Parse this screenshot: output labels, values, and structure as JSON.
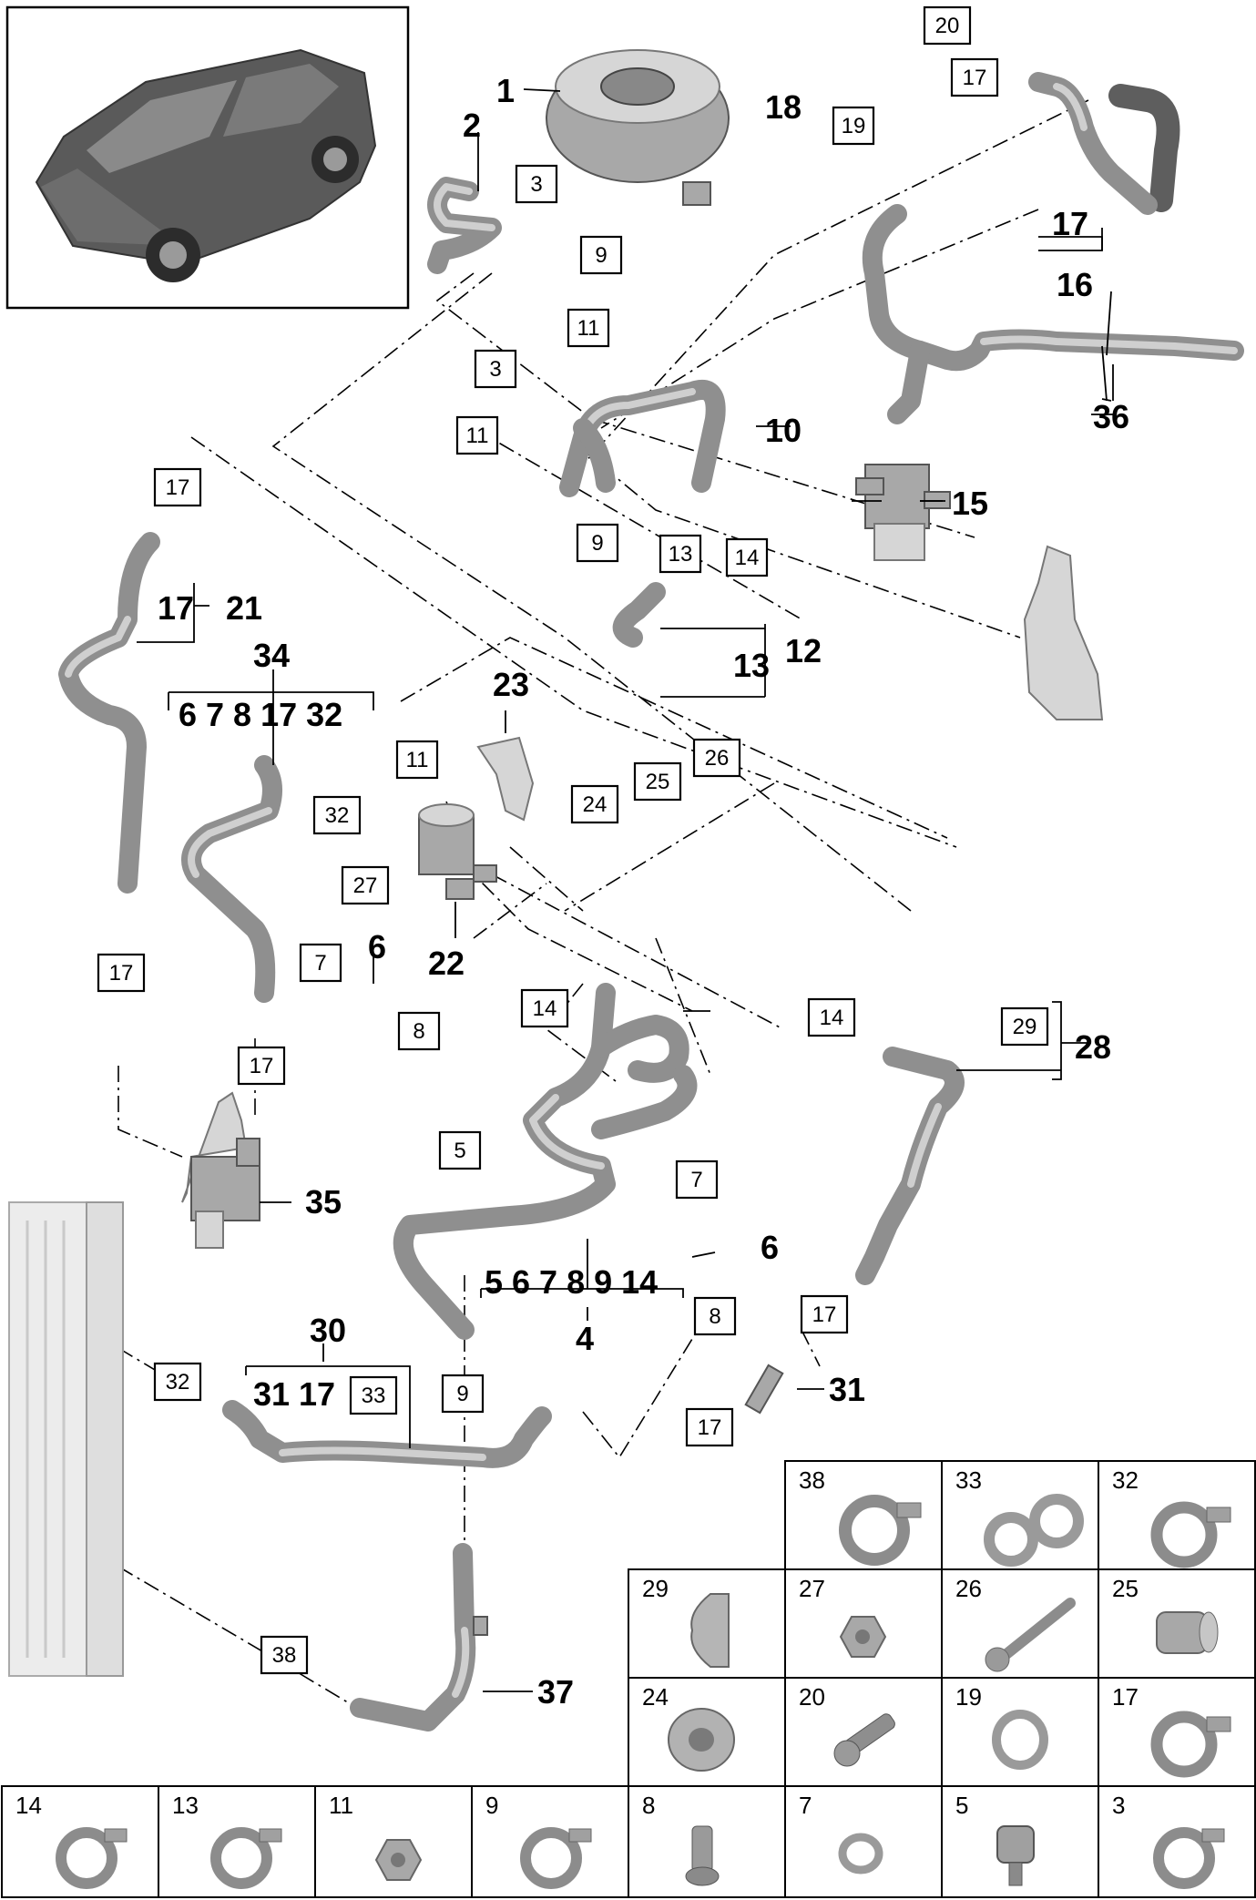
{
  "callouts": {
    "c1": "1",
    "c2": "2",
    "c4": "4",
    "c6a": "6",
    "c6b": "6",
    "c10": "10",
    "c12": "12",
    "c15": "15",
    "c16": "16",
    "c17a": "17",
    "c18": "18",
    "c21": "21",
    "c17b": "17",
    "c22": "22",
    "c23": "23",
    "c28": "28",
    "c30": "30",
    "c31": "31",
    "c34": "34",
    "c35": "35",
    "c36": "36",
    "c37": "37",
    "c13": "13",
    "c17c": "17",
    "c31b": "31",
    "c17d": "17"
  },
  "group_labels": {
    "g34": "6 7 8 17 32",
    "g4": "5 6 7 8 9 14"
  },
  "boxes": {
    "b3a": "3",
    "b9a": "9",
    "b11a": "11",
    "b3b": "3",
    "b11b": "11",
    "b9b": "9",
    "b13": "13",
    "b14a": "14",
    "b17a": "17",
    "b19": "19",
    "b20": "20",
    "b17b": "17",
    "b11c": "11",
    "b24": "24",
    "b25": "25",
    "b26": "26",
    "b32a": "32",
    "b27": "27",
    "b7a": "7",
    "b8a": "8",
    "b17c": "17",
    "b17d": "17",
    "b14b": "14",
    "b14c": "14",
    "b29": "29",
    "b5": "5",
    "b7b": "7",
    "b8b": "8",
    "b17e": "17",
    "b32b": "32",
    "b33": "33",
    "b9c": "9",
    "b17f": "17",
    "b38": "38"
  },
  "parts_table": {
    "row1": [
      "38",
      "33",
      "32"
    ],
    "row2": [
      "29",
      "27",
      "26",
      "25"
    ],
    "row3": [
      "24",
      "20",
      "19",
      "17"
    ],
    "row4": [
      "14",
      "13",
      "11",
      "9",
      "8",
      "7",
      "5",
      "3"
    ]
  },
  "icons": {
    "vehicle": "suv-thumbnail-icon",
    "clamp": "hose-clamp-icon",
    "nut": "nut-icon",
    "bolt": "bolt-icon",
    "oring": "o-ring-icon",
    "grommet": "grommet-icon",
    "bracket": "bracket-icon",
    "bushing": "bushing-icon"
  }
}
